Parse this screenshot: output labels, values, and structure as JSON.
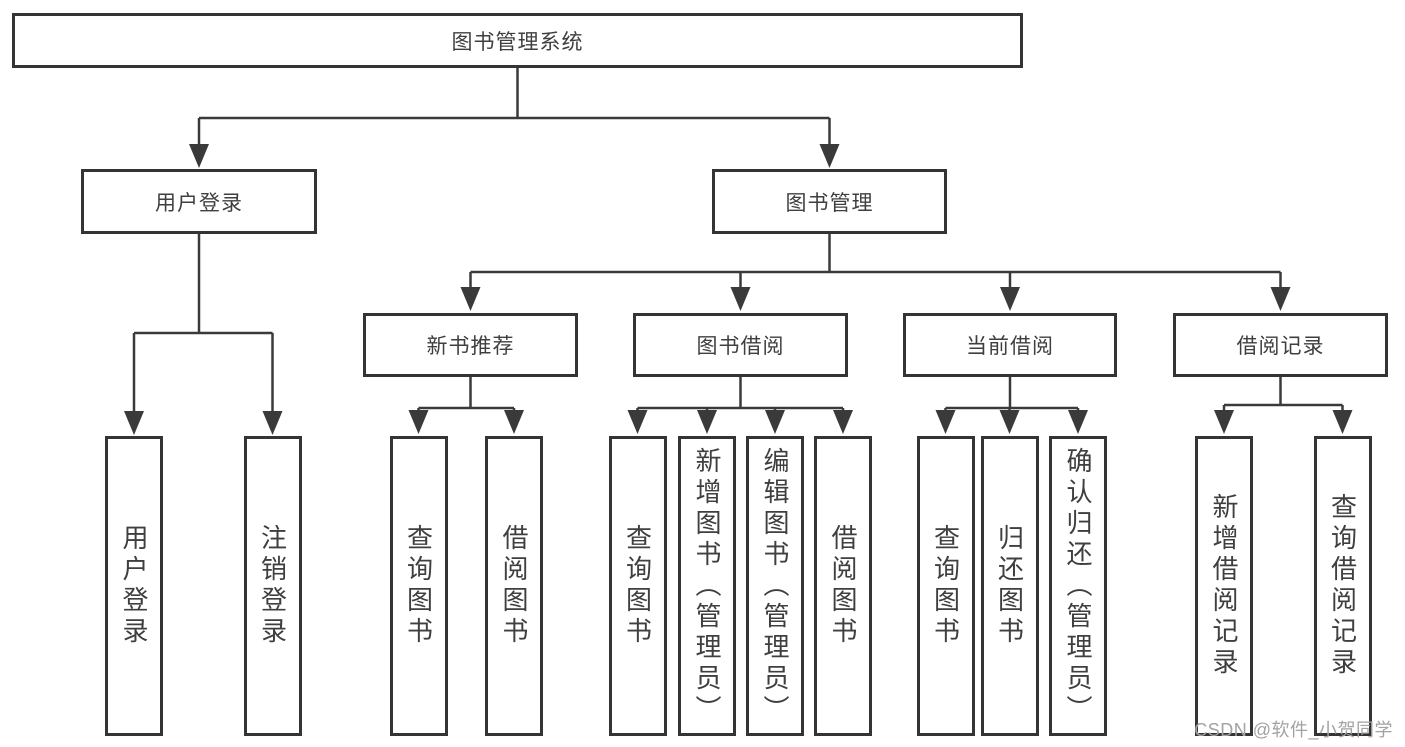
{
  "colors": {
    "background": "#ffffff",
    "line": "#3a3a3a",
    "box_border": "#333436",
    "text": "#3f3f41",
    "watermark": "#a2a2a2"
  },
  "watermark": "CSDN @软件_小贺同学",
  "tree": {
    "root": "图书管理系统",
    "branches": [
      {
        "label": "用户登录",
        "children": [
          "用户登录",
          "注销登录"
        ]
      },
      {
        "label": "图书管理",
        "sections": [
          {
            "label": "新书推荐",
            "children": [
              "查询图书",
              "借阅图书"
            ]
          },
          {
            "label": "图书借阅",
            "children": [
              "查询图书",
              "新增图书（管理员）",
              "编辑图书（管理员）",
              "借阅图书"
            ]
          },
          {
            "label": "当前借阅",
            "children": [
              "查询图书",
              "归还图书",
              "确认归还（管理员）"
            ]
          },
          {
            "label": "借阅记录",
            "children": [
              "新增借阅记录",
              "查询借阅记录"
            ]
          }
        ]
      }
    ]
  }
}
